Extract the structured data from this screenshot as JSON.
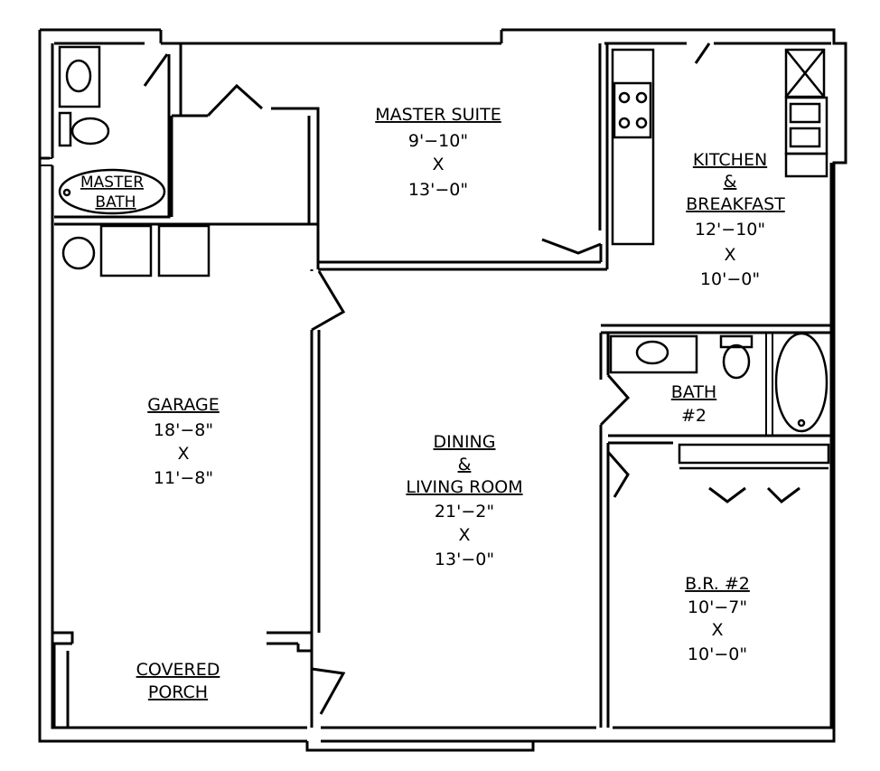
{
  "rooms": {
    "master_suite": {
      "name": "MASTER SUITE",
      "width": "9'−10\"",
      "by": "X",
      "length": "13'−0\""
    },
    "master_bath": {
      "name_line1": "MASTER",
      "name_line2": "BATH"
    },
    "kitchen": {
      "name_line1": "KITCHEN",
      "name_line2": "&",
      "name_line3": "BREAKFAST",
      "width": "12'−10\"",
      "by": "X",
      "length": "10'−0\""
    },
    "garage": {
      "name": "GARAGE",
      "width": "18'−8\"",
      "by": "X",
      "length": "11'−8\""
    },
    "dining_living": {
      "name_line1": "DINING",
      "name_line2": "&",
      "name_line3": "LIVING ROOM",
      "width": "21'−2\"",
      "by": "X",
      "length": "13'−0\""
    },
    "bath2": {
      "name_line1": "BATH",
      "name_line2": "#2"
    },
    "bedroom2": {
      "name": "B.R. #2",
      "width": "10'−7\"",
      "by": "X",
      "length": "10'−0\""
    },
    "porch": {
      "name_line1": "COVERED",
      "name_line2": "PORCH"
    }
  }
}
